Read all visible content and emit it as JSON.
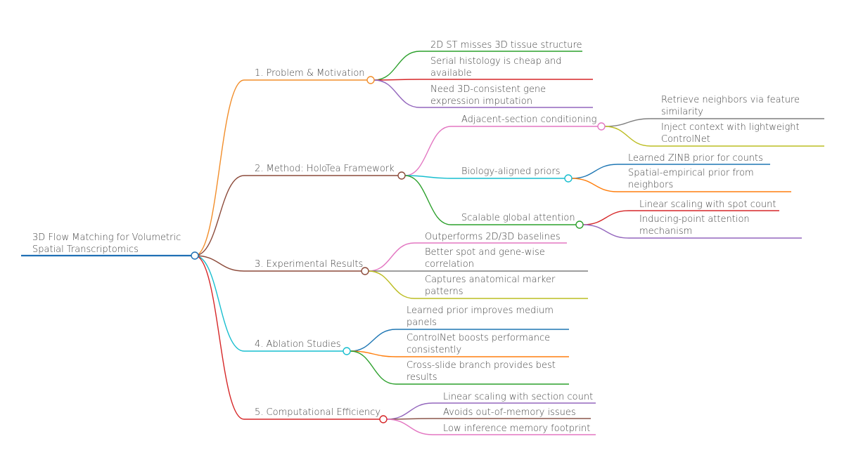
{
  "root": {
    "label_lines": [
      "3D Flow Matching for Volumetric",
      "Spatial Transcriptomics"
    ],
    "color": "#1f6fb5"
  },
  "branches": [
    {
      "label": "1. Problem & Motivation",
      "color": "#f28e2b",
      "children": [
        {
          "lines": [
            "2D ST misses 3D tissue structure"
          ],
          "color": "#2ca02c"
        },
        {
          "lines": [
            "Serial histology is cheap and",
            "available"
          ],
          "color": "#d62728"
        },
        {
          "lines": [
            "Need 3D-consistent gene",
            "expression imputation"
          ],
          "color": "#9467bd"
        }
      ]
    },
    {
      "label": "2. Method: HoloTea Framework",
      "color": "#8c4a3a",
      "children": [
        {
          "lines": [
            "Adjacent-section conditioning"
          ],
          "color": "#e377c2",
          "children": [
            {
              "lines": [
                "Retrieve neighbors via feature",
                "similarity"
              ],
              "color": "#7f7f7f"
            },
            {
              "lines": [
                "Inject context with lightweight",
                "ControlNet"
              ],
              "color": "#bcbd22"
            }
          ]
        },
        {
          "lines": [
            "Biology-aligned priors"
          ],
          "color": "#17becf",
          "children": [
            {
              "lines": [
                "Learned ZINB prior for counts"
              ],
              "color": "#1f77b4"
            },
            {
              "lines": [
                "Spatial-empirical prior from",
                "neighbors"
              ],
              "color": "#ff7f0e"
            }
          ]
        },
        {
          "lines": [
            "Scalable global attention"
          ],
          "color": "#2ca02c",
          "children": [
            {
              "lines": [
                "Linear scaling with spot count"
              ],
              "color": "#d62728"
            },
            {
              "lines": [
                "Inducing-point attention",
                "mechanism"
              ],
              "color": "#9467bd"
            }
          ]
        }
      ]
    },
    {
      "label": "3. Experimental Results",
      "color": "#8c4a3a",
      "children": [
        {
          "lines": [
            "Outperforms 2D/3D baselines"
          ],
          "color": "#e377c2"
        },
        {
          "lines": [
            "Better spot and gene-wise",
            "correlation"
          ],
          "color": "#7f7f7f"
        },
        {
          "lines": [
            "Captures anatomical marker",
            "patterns"
          ],
          "color": "#bcbd22"
        }
      ]
    },
    {
      "label": "4. Ablation Studies",
      "color": "#17becf",
      "children": [
        {
          "lines": [
            "Learned prior improves medium",
            "panels"
          ],
          "color": "#1f77b4"
        },
        {
          "lines": [
            "ControlNet boosts performance",
            "consistently"
          ],
          "color": "#ff7f0e"
        },
        {
          "lines": [
            "Cross-slide branch provides best",
            "results"
          ],
          "color": "#2ca02c"
        }
      ]
    },
    {
      "label": "5. Computational Efficiency",
      "color": "#d62728",
      "children": [
        {
          "lines": [
            "Linear scaling with section count"
          ],
          "color": "#9467bd"
        },
        {
          "lines": [
            "Avoids out-of-memory issues"
          ],
          "color": "#8c564b"
        },
        {
          "lines": [
            "Low inference memory footprint"
          ],
          "color": "#e377c2"
        }
      ]
    }
  ]
}
